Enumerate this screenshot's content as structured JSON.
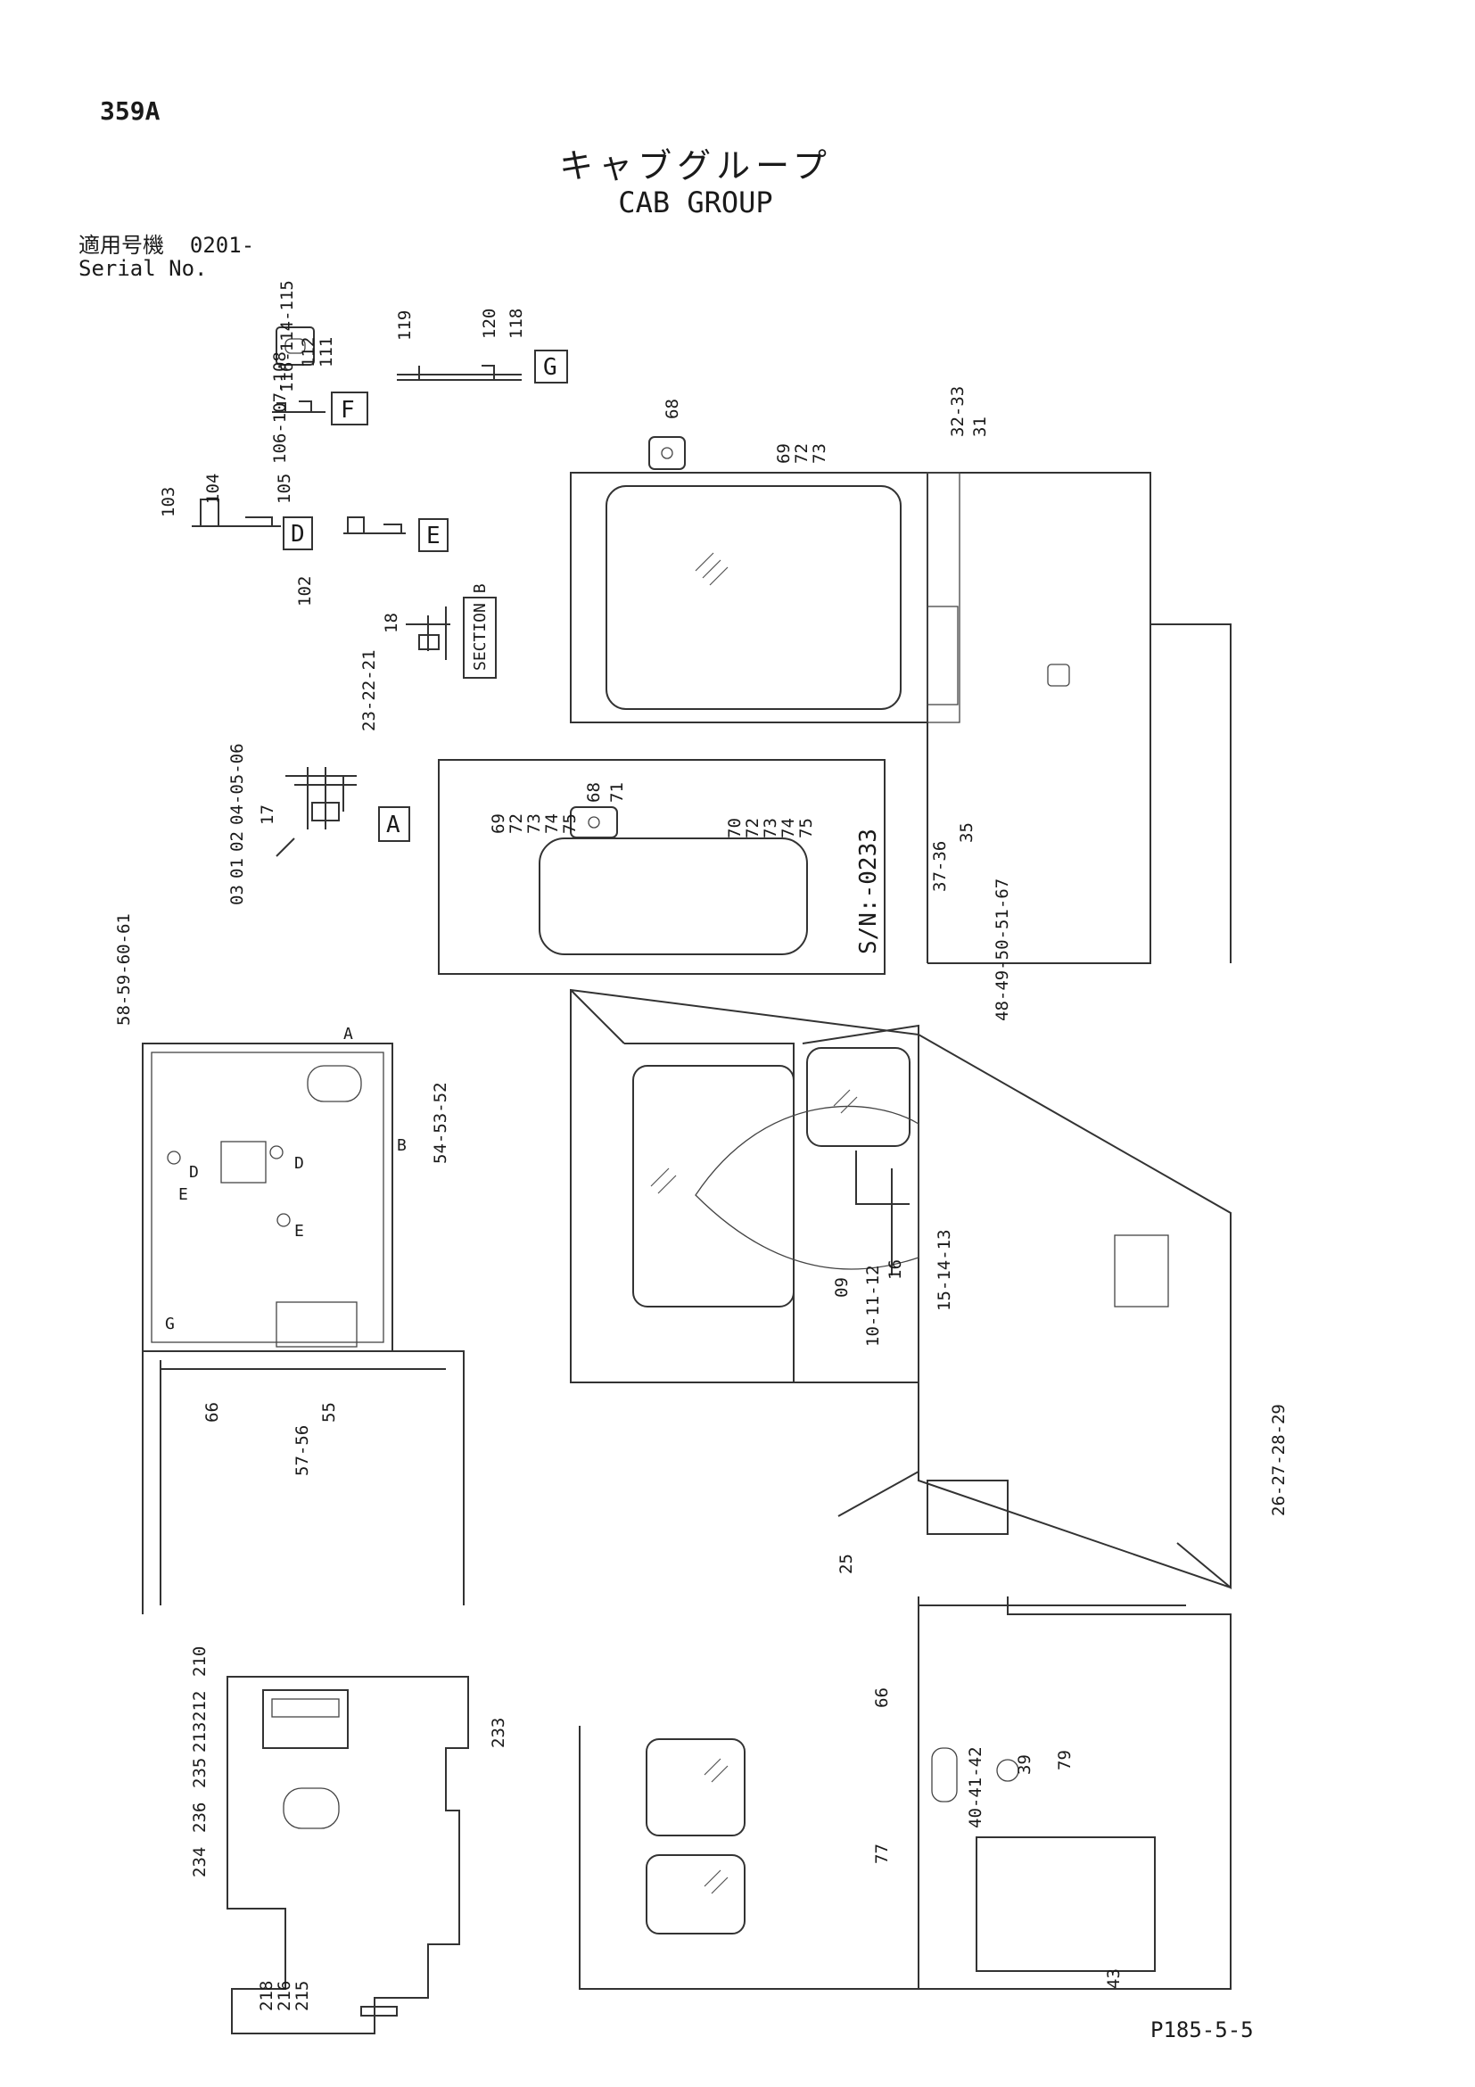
{
  "page_number": "359A",
  "title_jp": "キャブグループ",
  "title_en": "CAB GROUP",
  "serial": {
    "label_jp": "適用号機",
    "value": "0201-",
    "label_en": "Serial No."
  },
  "footer_code": "P185-5-5",
  "views": {
    "detail_a": "A",
    "detail_d": "D",
    "detail_e": "E",
    "detail_f": "F",
    "detail_g": "G",
    "section_b": "SECTION B",
    "inset_serial": "S/N:-0233"
  },
  "callouts": {
    "c_116": "116-114-115",
    "c_112": "112",
    "c_111": "111",
    "c_119": "119",
    "c_120": "120",
    "c_118": "118",
    "c_106": "106-107-108",
    "c_105": "105",
    "c_104": "104",
    "c_103": "103",
    "c_102": "102",
    "c_18": "18",
    "c_23": "23-22-21",
    "c_17": "17",
    "c_04": "04-05-06",
    "c_03": "03",
    "c_01": "01",
    "c_02": "02",
    "c_68": "68",
    "c_69": "69",
    "c_72": "72",
    "c_73": "73",
    "c_32": "32-33",
    "c_31": "31",
    "c_37": "37-36",
    "c_35": "35",
    "i_68": "68",
    "i_71": "71",
    "i_69": "69",
    "i_72": "72",
    "i_73": "73",
    "i_74": "74",
    "i_75": "75",
    "i_70": "70",
    "i_72b": "72",
    "i_73b": "73",
    "i_74b": "74",
    "i_75b": "75",
    "c_58": "58-59-60-61",
    "c_54": "54-53-52",
    "c_66a": "66",
    "c_57": "57-56",
    "c_55": "55",
    "c_48": "48-49-50-51-67",
    "c_09": "09",
    "c_10": "10-11-12",
    "c_16": "16",
    "c_15": "15-14-13",
    "c_25": "25",
    "c_26": "26-27-28-29",
    "c_210": "210",
    "c_212": "212",
    "c_213": "213",
    "c_235": "235",
    "c_236": "236",
    "c_234": "234",
    "c_233": "233",
    "c_218": "218",
    "c_216": "216",
    "c_215": "215",
    "c_66b": "66",
    "c_40": "40-41-42",
    "c_79": "79",
    "c_39": "39",
    "c_77": "77",
    "c_43": "43"
  },
  "view_marks": {
    "m_a": "A",
    "m_b": "B",
    "m_d1": "D",
    "m_d2": "D",
    "m_e1": "E",
    "m_e2": "E",
    "m_g": "G"
  }
}
